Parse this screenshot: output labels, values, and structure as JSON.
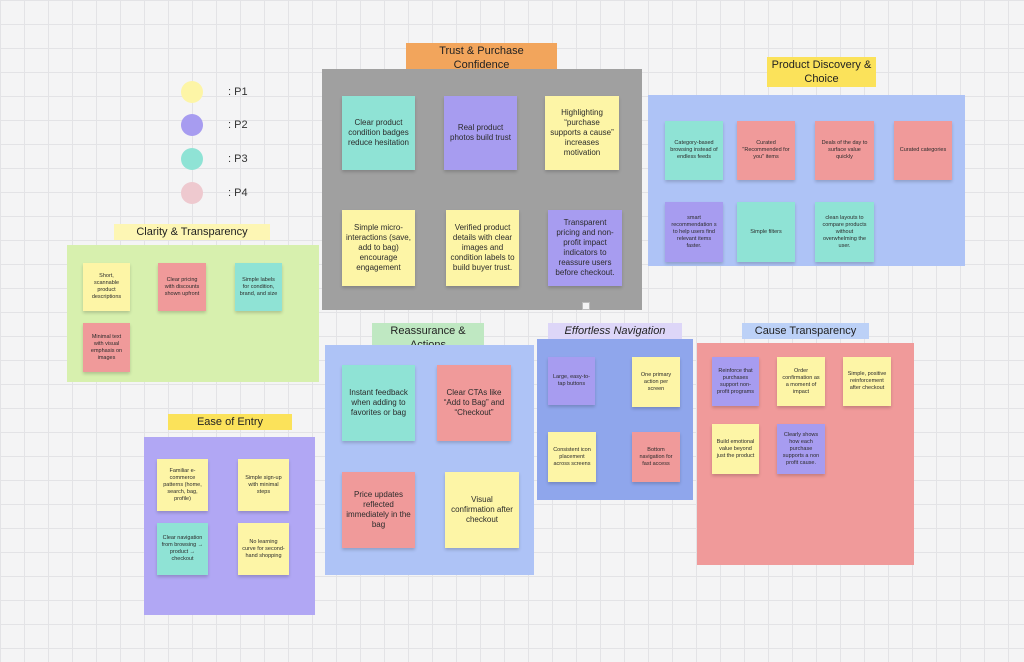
{
  "colors": {
    "yellow": "#fdf5a6",
    "purple": "#a79cf0",
    "teal": "#8fe3d5",
    "pink": "#f09a9a",
    "legend_pink": "#eec9cf"
  },
  "legend": [
    {
      "label": ": P1",
      "color": "#fdf5a6"
    },
    {
      "label": ": P2",
      "color": "#a79cf0"
    },
    {
      "label": ": P3",
      "color": "#8fe3d5"
    },
    {
      "label": ": P4",
      "color": "#eec9cf"
    }
  ],
  "sections": {
    "trust": {
      "title": "Trust & Purchase Confidence",
      "notes": [
        "Clear product condition badges reduce hesitation",
        "Real product photos build trust",
        "Highlighting “purchase supports a cause” increases motivation",
        "Simple micro-interactions (save, add to bag) encourage engagement",
        "Verified product details with clear images and condition labels to build buyer trust.",
        "Transparent pricing and non-profit impact indicators to reassure users before checkout."
      ]
    },
    "discovery": {
      "title": "Product Discovery & Choice",
      "notes": [
        "Category-based browsing instead of endless feeds",
        "Curated \"Recommended for you\" items",
        "Deals of the day to surface value quickly",
        "Curated categories",
        "smart recommendation s to help users find relevant items faster.",
        "Simple filters",
        "clean layouts to compare products without overwhelming the user."
      ]
    },
    "clarity": {
      "title": "Clarity & Transparency",
      "notes": [
        "Short, scannable product descriptions",
        "Clear pricing with discounts shown upfront",
        "Simple labels for condition, brand, and size",
        "Minimal text with visual emphasis on images"
      ]
    },
    "reassurance": {
      "title": "Reassurance & Actions",
      "notes": [
        "Instant feedback when adding to favorites or bag",
        "Clear CTAs like “Add to Bag” and “Checkout”",
        "Price updates reflected immediately in the bag",
        "Visual confirmation after checkout"
      ]
    },
    "navigation": {
      "title": "Effortless Navigation",
      "notes": [
        "Large, easy-to-tap buttons",
        "One primary action per screen",
        "Consistent icon placement across screens",
        "Bottom navigation for fast access"
      ]
    },
    "cause": {
      "title": "Cause Transparency",
      "notes": [
        "Reinforce that purchases support non-profit programs",
        "Order confirmation as a moment of impact",
        "Simple, positive reinforcement after checkout",
        "Build emotional value beyond just the product",
        "Clearly shows how each purchase supports a non profit cause."
      ]
    },
    "entry": {
      "title": "Ease of Entry",
      "notes": [
        "Familiar e-commerce patterns (home, search, bag, profile)",
        "Simple sign-up with minimal steps",
        "Clear navigation from browsing → product → checkout",
        "No learning curve for second-hand shopping"
      ]
    }
  }
}
